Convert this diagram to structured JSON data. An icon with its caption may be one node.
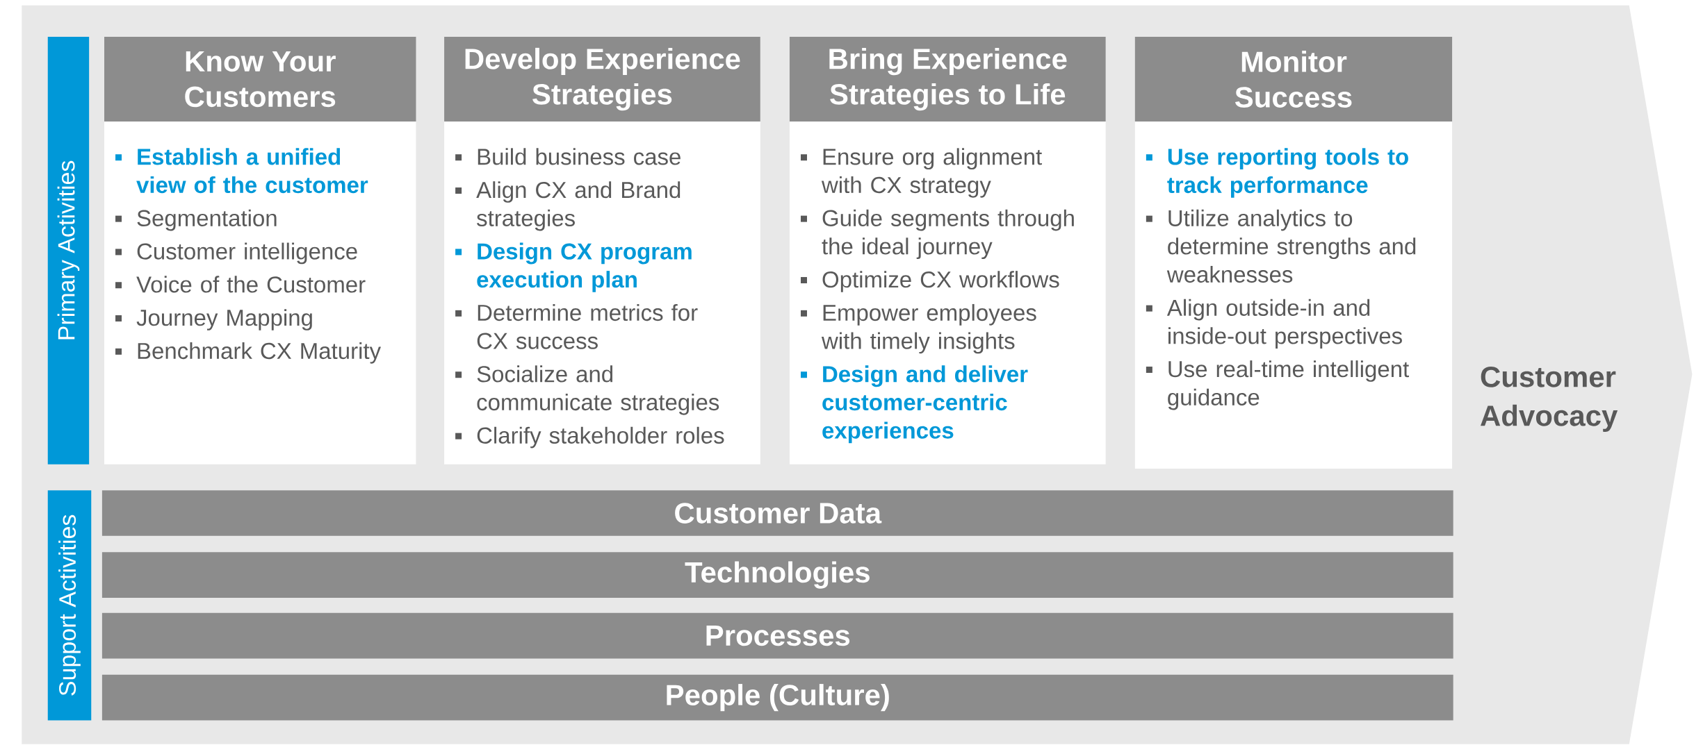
{
  "diagram": {
    "nodes": [
      {
        "text": [
          "Customer Advocacy"
        ]
      },
      {
        "text": [
          "Primary Activities"
        ],
        "in": 0
      },
      {
        "text": [
          "Know Your Customers"
        ],
        "in": 0
      },
      {
        "text": [
          "Establish a unified view of the customer",
          "Segmentation",
          "Customer intelligence",
          "Voice of the Customer",
          "Journey Mapping",
          "Benchmark CX Maturity"
        ],
        "in": 0
      },
      {
        "text": [
          "Develop Experience Strategies"
        ],
        "in": 0
      },
      {
        "text": [
          "Build business case",
          "Align CX and Brand strategies",
          "Design CX program execution plan",
          "Determine metrics for CX success",
          "Socialize and communicate strategies",
          "Clarify stakeholder roles"
        ],
        "in": 0
      },
      {
        "text": [
          "Bring Experience Strategies to Life"
        ],
        "in": 0
      },
      {
        "text": [
          "Ensure org alignment with CX strategy",
          "Guide segments through the ideal journey",
          "Optimize CX workflows",
          "Empower employees with timely insights",
          "Design and deliver customer-centric experiences"
        ],
        "in": 0
      },
      {
        "text": [
          "Monitor Success"
        ],
        "in": 0
      },
      {
        "text": [
          "Use reporting tools to track performance",
          "Utilize analytics to determine strengths and weaknesses",
          "Align outside-in and inside-out perspectives",
          "Use real-time intelligent guidance"
        ],
        "in": 0
      },
      {
        "text": [
          "Support Activities"
        ],
        "in": 0
      },
      {
        "text": [
          "Customer Data"
        ],
        "in": 0
      },
      {
        "text": [
          "Technologies"
        ],
        "in": 0
      },
      {
        "text": [
          "Processes"
        ],
        "in": 0
      },
      {
        "text": [
          "People (Culture)"
        ],
        "in": 0
      }
    ]
  }
}
